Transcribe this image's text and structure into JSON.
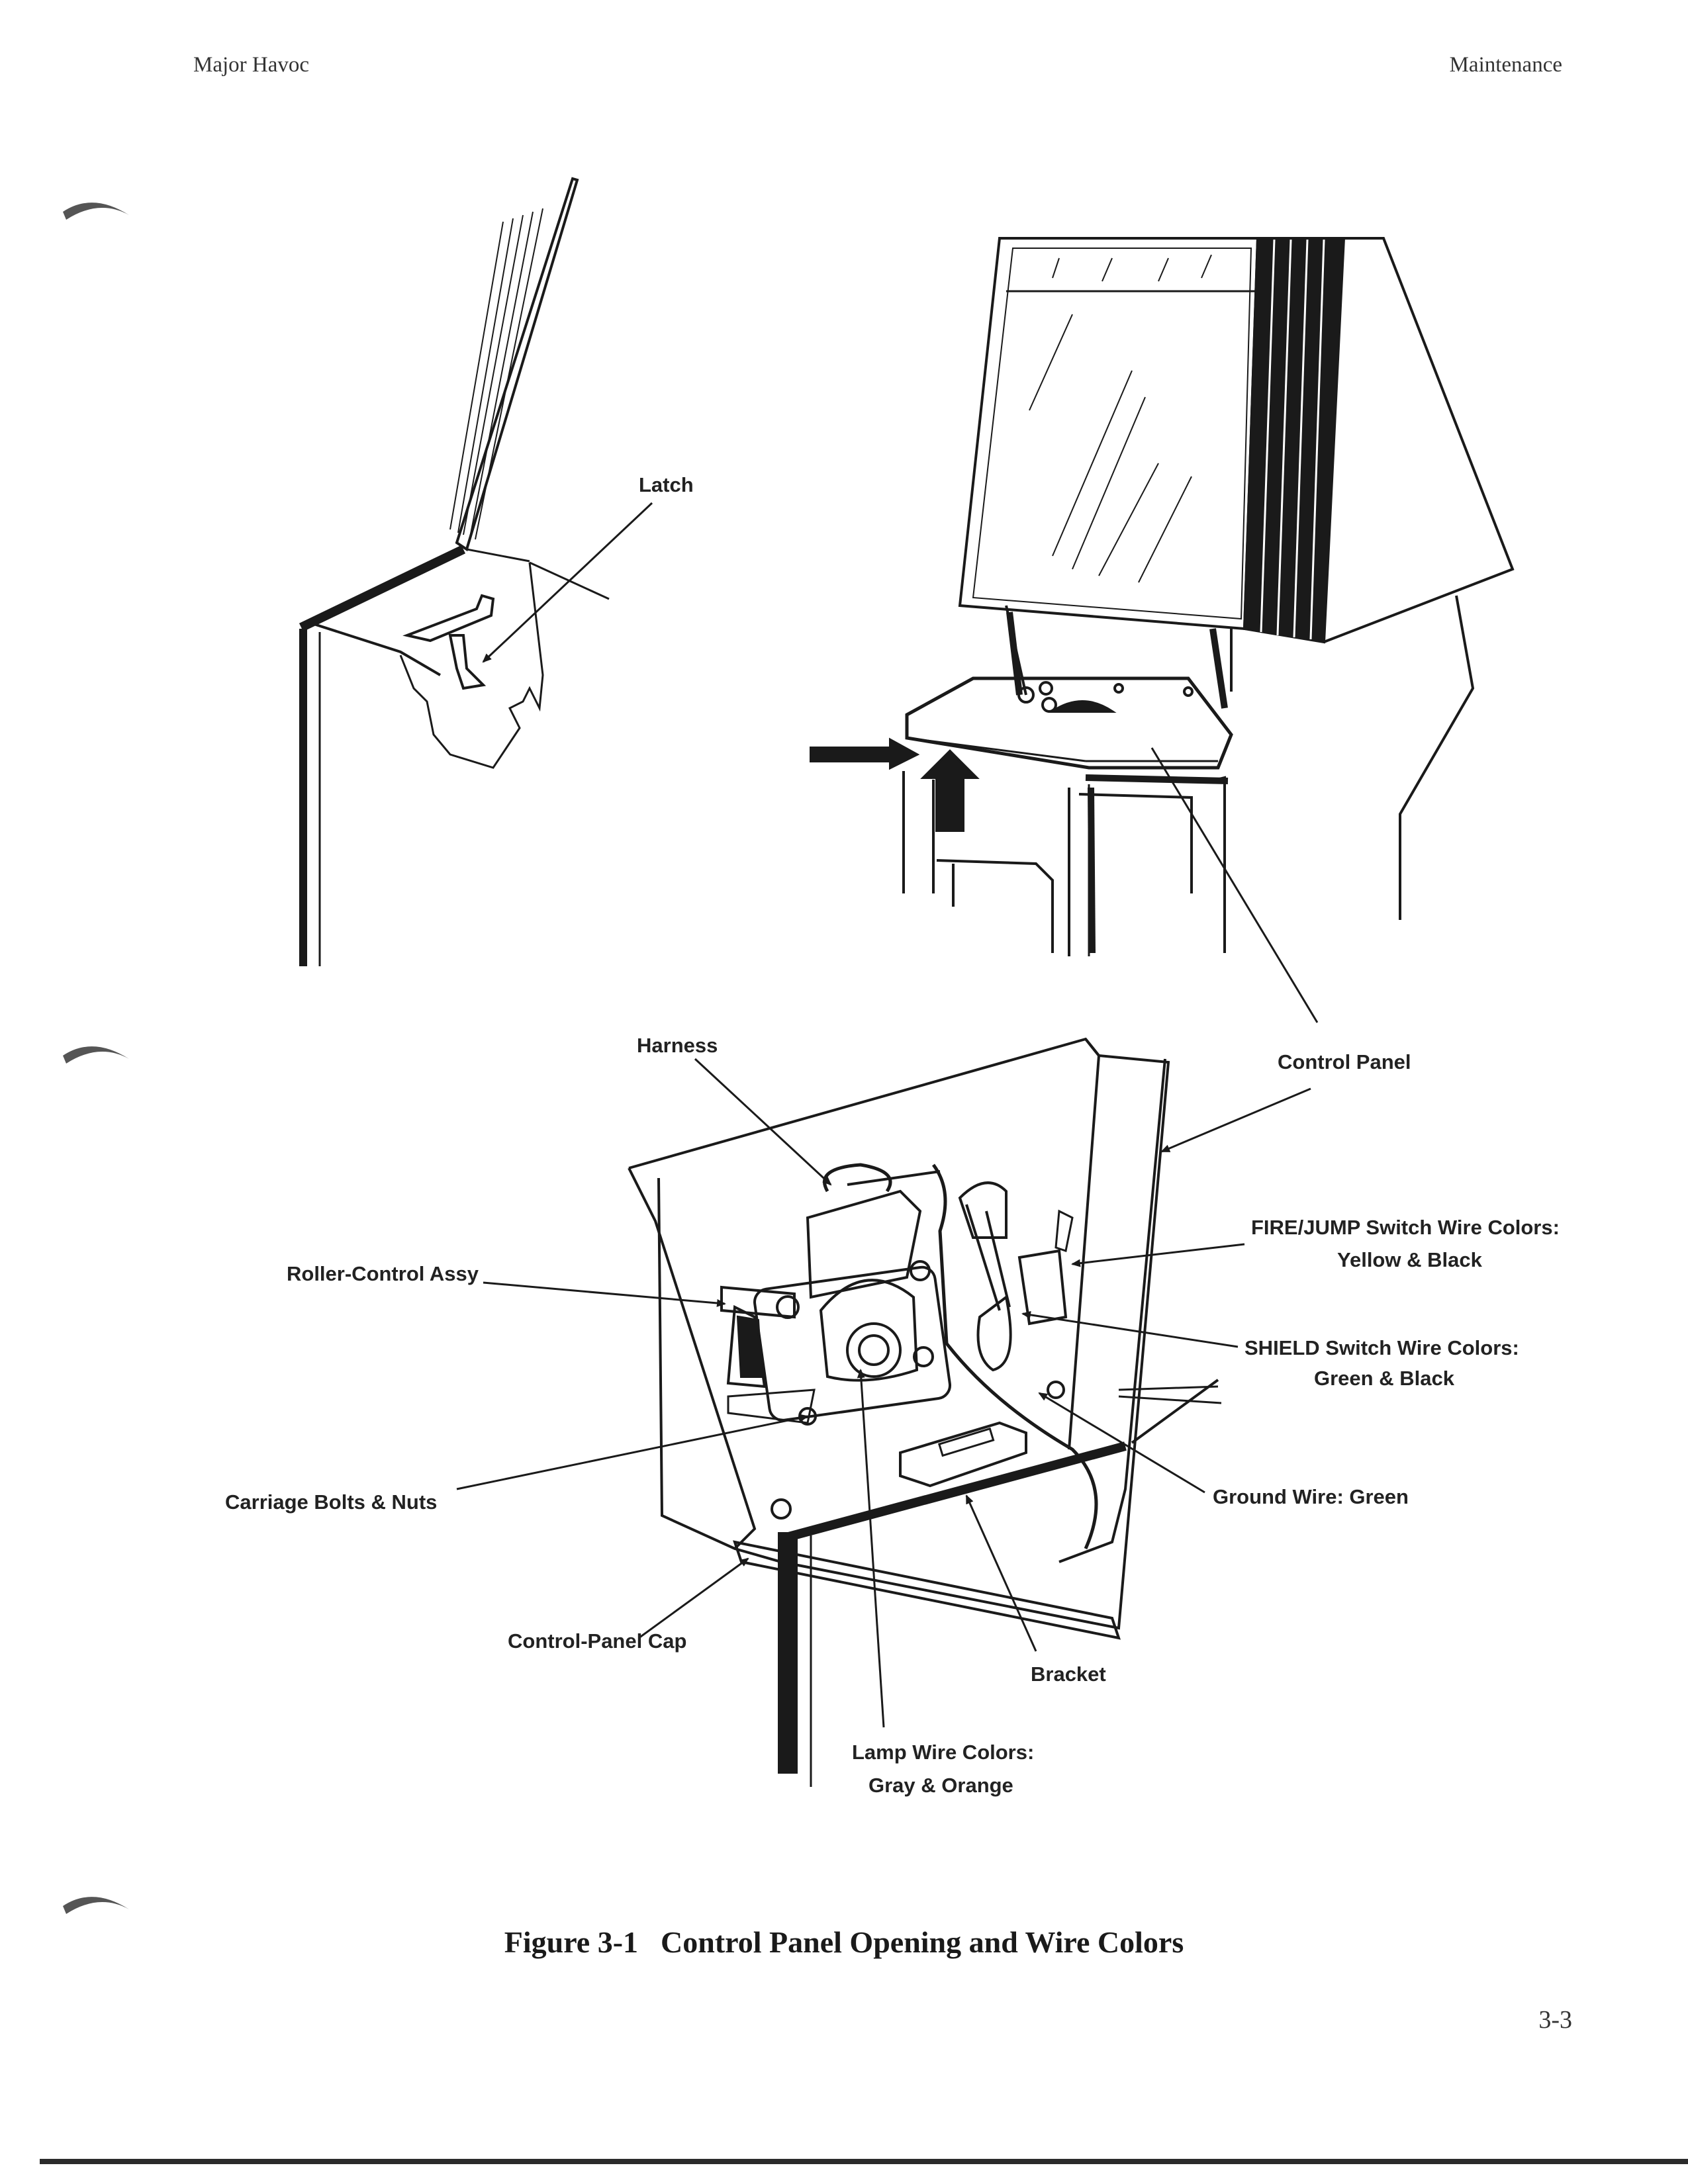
{
  "header": {
    "left": "Major Havoc",
    "right": "Maintenance"
  },
  "callouts": {
    "latch": "Latch",
    "harness": "Harness",
    "control_panel": "Control Panel",
    "fire_jump_line1": "FIRE/JUMP Switch Wire Colors:",
    "fire_jump_line2": "Yellow & Black",
    "roller_control": "Roller-Control Assy",
    "shield_line1": "SHIELD Switch Wire Colors:",
    "shield_line2": "Green & Black",
    "carriage_bolts": "Carriage Bolts & Nuts",
    "ground_wire": "Ground Wire: Green",
    "control_panel_cap": "Control-Panel Cap",
    "bracket": "Bracket",
    "lamp_line1": "Lamp Wire Colors:",
    "lamp_line2": "Gray & Orange"
  },
  "caption": {
    "number": "Figure 3-1",
    "title": "Control Panel Opening and Wire Colors"
  },
  "page_number": "3-3",
  "colors": {
    "ink": "#1a1a1a",
    "paper": "#ffffff"
  }
}
